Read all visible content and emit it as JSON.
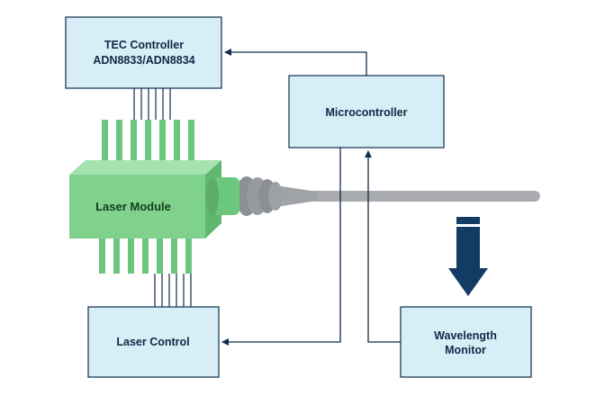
{
  "colors": {
    "box_fill": "#d8eef6",
    "box_stroke": "#0f2d4d",
    "line": "#0f2d4d",
    "laser_green": "#7fd18b",
    "pin_green": "#6cc77e",
    "fiber_gray": "#a9abae",
    "connector_gray": "#8c8f93",
    "arrow_navy": "#123c63"
  },
  "boxes": {
    "tec_line1": "TEC Controller",
    "tec_line2": "ADN8833/ADN8834",
    "microcontroller": "Microcontroller",
    "laser_control": "Laser Control",
    "wavelength_line1": "Wavelength",
    "wavelength_line2": "Monitor"
  },
  "laser_module": {
    "label": "Laser Module"
  },
  "icons": {
    "output_arrow": "down-arrow-icon",
    "fiber": "optical-fiber"
  }
}
